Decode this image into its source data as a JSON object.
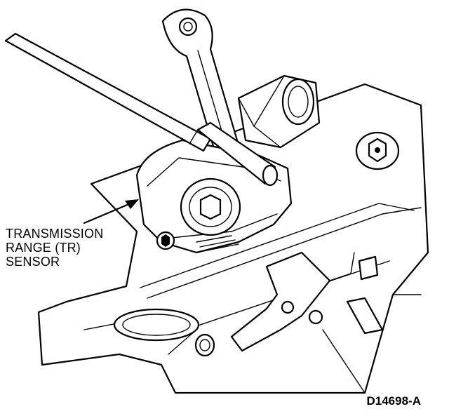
{
  "callout": {
    "line1": "TRANSMISSION",
    "line2": "RANGE (TR)",
    "line3": "SENSOR"
  },
  "figure_id": "D14698-A"
}
